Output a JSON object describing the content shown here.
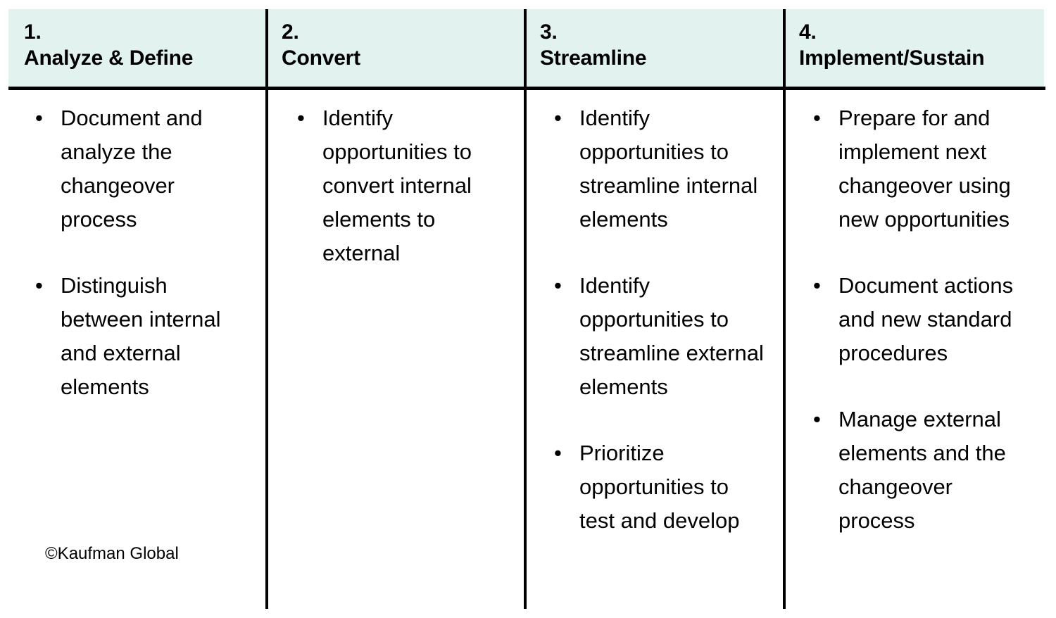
{
  "columns": [
    {
      "number": "1.",
      "title": "Analyze & Define",
      "bullets": [
        "Document and analyze the changeover process",
        "Distinguish between internal and external elements"
      ]
    },
    {
      "number": "2.",
      "title": "Convert",
      "bullets": [
        "Identify opportunities to convert internal elements to external"
      ]
    },
    {
      "number": "3.",
      "title": "Streamline",
      "bullets": [
        "Identify opportunities to streamline internal elements",
        "Identify opportunities to streamline external elements",
        "Prioritize opportunities to test and develop"
      ]
    },
    {
      "number": "4.",
      "title": "Implement/Sustain",
      "bullets": [
        "Prepare for and implement next changeover using new opportunities",
        "Document actions and new standard procedures",
        "Manage external elements and the changeover process"
      ]
    }
  ],
  "bullet_glyph": "•",
  "copyright": "©Kaufman Global",
  "colors": {
    "header_background": "#e2f3ef",
    "rule": "#000000",
    "text": "#000000",
    "page_background": "#ffffff"
  }
}
